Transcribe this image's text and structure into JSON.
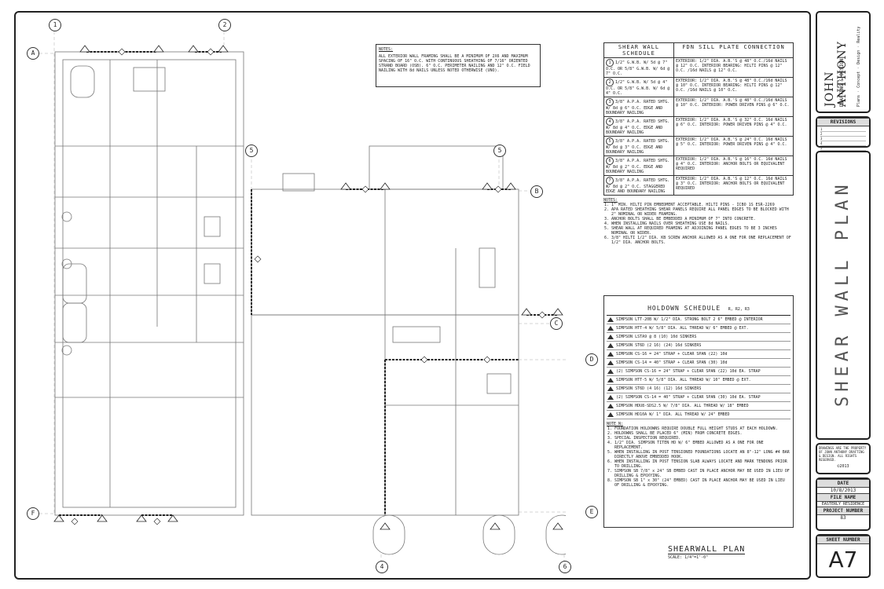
{
  "plan": {
    "grid_top": [
      "1",
      "2"
    ],
    "grid_left": [
      "A",
      "F"
    ],
    "grid_interior": [
      "5",
      "5"
    ],
    "grid_right": [
      "B",
      "C",
      "D",
      "E"
    ],
    "grid_bottom": [
      "4",
      "6"
    ],
    "title": "SHEARWALL PLAN",
    "scale": "SCALE: 1/4\"=1'-0\"",
    "general_notes_title": "NOTES:",
    "general_notes": "ALL EXTERIOR WALL FRAMING SHALL BE A MINIMUM OF 2X6 AND MAXIMUM SPACING OF 16\" O.C. WITH CONTINUOUS SHEATHING OF 7/16\" ORIENTED STRAND BOARD (OSB). 6\" O.C. PERIMETER NAILING AND 12\" O.C. FIELD NAILING WITH 8d NAILS UNLESS NOTED OTHERWISE (UNO)."
  },
  "shear_schedule": {
    "col1": "SHEAR WALL SCHEDULE",
    "col2": "FDN SILL PLATE CONNECTION",
    "rows": [
      {
        "n": "1",
        "desc": "1/2\" G.W.B. W/ 5d @ 7\" O.C. OR 5/8\" G.W.B. W/ 6d @ 7\" O.C.",
        "conn": "EXTERIOR: 1/2\" DIA. A.B.'S @ 48\" O.C./16d NAILS @ 12\" O.C. INTERIOR BEARING: HILTI PINS @ 12\" O.C. /16d NAILS @ 12\" O.C."
      },
      {
        "n": "2",
        "desc": "1/2\" G.W.B. W/ 5d @ 4\" O.C. OR 5/8\" G.W.B. W/ 6d @ 4\" O.C.",
        "conn": "EXTERIOR: 1/2\" DIA. A.B.'S @ 48\" O.C./16d NAILS @ 10\" O.C. INTERIOR BEARING: HILTI PINS @ 12\" O.C. /16d NAILS @ 10\" O.C."
      },
      {
        "n": "3",
        "desc": "3/8\" A.P.A. RATED SHTG. W/ 8d @ 6\" O.C. EDGE AND BOUNDARY NAILING",
        "conn": "EXTERIOR: 1/2\" DIA. A.B.'S @ 48\" O.C./16d NAILS @ 10\" O.C. INTERIOR: POWER DRIVEN PINS @ 6\" O.C."
      },
      {
        "n": "4",
        "desc": "3/8\" A.P.A. RATED SHTG. W/ 8d @ 4\" O.C. EDGE AND BOUNDARY NAILING",
        "conn": "EXTERIOR: 1/2\" DIA. A.B.'S @ 32\" O.C. 16d NAILS @ 6\" O.C. INTERIOR: POWER DRIVEN PINS @ 4\" O.C."
      },
      {
        "n": "5",
        "desc": "3/8\" A.P.A. RATED SHTG. W/ 8d @ 3\" O.C. EDGE AND BOUNDARY NAILING",
        "conn": "EXTERIOR: 1/2\" DIA. A.B.'S @ 24\" O.C. 16d NAILS @ 5\" O.C. INTERIOR: POWER DRIVEN PINS @ 4\" O.C."
      },
      {
        "n": "6",
        "desc": "3/8\" A.P.A. RATED SHTG. W/ 8d @ 2\" O.C. EDGE AND BOUNDARY NAILING",
        "conn": "EXTERIOR: 1/2\" DIA. A.B.'S @ 16\" O.C. 16d NAILS @ 4\" O.C. INTERIOR: ANCHOR BOLTS OR EQUIVALENT REQUIRED"
      },
      {
        "n": "7",
        "desc": "3/8\" A.P.A. RATED SHTG. W/ 8d @ 2\" O.C. STAGGERED EDGE AND BOUNDARY NAILING",
        "conn": "EXTERIOR: 1/2\" DIA. A.B.'S @ 12\" O.C. 16d NAILS @ 3\" O.C. INTERIOR: ANCHOR BOLTS OR EQUIVALENT REQUIRED"
      }
    ],
    "notes_title": "NOTES:",
    "notes": [
      "1\" MIN. HILTI PIN EMBEDMENT ACCEPTABLE. HILTI PINS - ICBO 1S ESR-2269",
      "APA RATED SHEATHING SHEAR PANELS REQUIRE ALL PANEL EDGES TO BE BLOCKED WITH 2\" NOMINAL OR WIDER FRAMING.",
      "ANCHOR BOLTS SHALL BE EMBEDDED A MINIMUM OF 7\" INTO CONCRETE.",
      "WHEN INSTALLING NAILS OVER SHEATHING USE 8d NAILS.",
      "SHEAR WALL AT REQUIRED FRAMING AT ADJOINING PANEL EDGES TO BE 3 INCHES NOMINAL OR WIDER.",
      "3/8\" HILTI 1/2\" DIA. KB SCREW ANCHOR ALLOWED AS A ONE FOR ONE REPLACEMENT OF 1/2\" DIA. ANCHOR BOLTS."
    ]
  },
  "holdown": {
    "title": "HOLDOWN SCHEDULE",
    "subtitle": "R, R2, R3",
    "items": [
      "SIMPSON LTT-20B W/ 1/2\" DIA. STRONG BOLT 2 6\" EMBED @ INTERIOR",
      "SIMPSON HTT-4 W/ 5/8\" DIA. ALL THREAD W/ 6\" EMBED @ EXT.",
      "SIMPSON LSTA9 @ 8 (10) 10d SINKERS",
      "SIMPSON ST6D (2 16) (24) 16d SINKERS",
      "SIMPSON CS-16 = 24\" STRAP + CLEAR SPAN (22) 10d",
      "SIMPSON CS-14 = 40\" STRAP + CLEAR SPAN (30) 10d",
      "(2) SIMPSON CS-16 = 24\" STRAP + CLEAR SPAN (22) 10d EA. STRAP",
      "SIMPSON HTT-5 W/ 5/8\" DIA. ALL THREAD W/ 10\" EMBED @ EXT.",
      "SIMPSON ST6D (4 16) (12) 16d SINKERS",
      "(2) SIMPSON CS-14 = 40\" STRAP + CLEAR SPAN (30) 10d EA. STRAP",
      "SIMPSON HDU8-SDS2.5 W/ 7/8\" DIA. ALL THREAD W/ 18\" EMBED",
      "SIMPSON HD10A W/ 1\" DIA. ALL THREAD W/ 24\" EMBED"
    ],
    "notes_title": "NOTE N:",
    "notes": [
      "FOUNDATION HOLDOWNS REQUIRE DOUBLE FULL HEIGHT STUDS AT EACH HOLDOWN.",
      "HOLDOWNS SHALL BE PLACED 6\" (MIN) FROM CONCRETE EDGES.",
      "SPECIAL INSPECTION REQUIRED.",
      "1/2\" DIA. SIMPSON TITEN HD W/ 6\" EMBED ALLOWED AS A ONE FOR ONE REPLACEMENT.",
      "WHEN INSTALLING IN POST TENSIONED FOUNDATIONS LOCATE AN 8\"-12\" LONG #4 BAR DIRECTLY ABOVE EMBEDDED HOOK.",
      "WHEN INSTALLING IN POST TENSION SLAB ALWAYS LOCATE AND MARK TENDONS PRIOR TO DRILLING.",
      "SIMPSON SB 7/8\" x 24\" SB EMBED CAST IN PLACE ANCHOR MAY BE USED IN LIEU OF DRILLING & EPOXYING.",
      "SIMPSON SB 1\" x 30\" (24\" EMBED) CAST IN PLACE ANCHOR MAY BE USED IN LIEU OF DRILLING & EPOXYING."
    ]
  },
  "titleblock": {
    "logo_line1": "JOHN ANTHONY",
    "logo_line2": "DRAFTING & DESIGN",
    "logo_side": "Plans · Concept · Design · Reality",
    "revisions_label": "REVISIONS",
    "revisions": [
      "1",
      "2",
      "3",
      "4",
      "5"
    ],
    "sheet_title": "SHEAR WALL PLAN",
    "copyright": "DRAWINGS ARE THE PROPERTY OF JOHN ANTHONY DRAFTING & DESIGN. ALL RIGHTS RESERVED.",
    "copyright_year": "©2013",
    "date_label": "DATE",
    "date": "10/8/2013",
    "file_label": "FILE NAME",
    "file": "EASTERLY RESIDENCE",
    "project_label": "PROJECT NUMBER",
    "project": "83",
    "sheet_label": "SHEET NUMBER",
    "sheet": "A7"
  },
  "colors": {
    "line": "#222222",
    "bar": "#dddddd"
  }
}
